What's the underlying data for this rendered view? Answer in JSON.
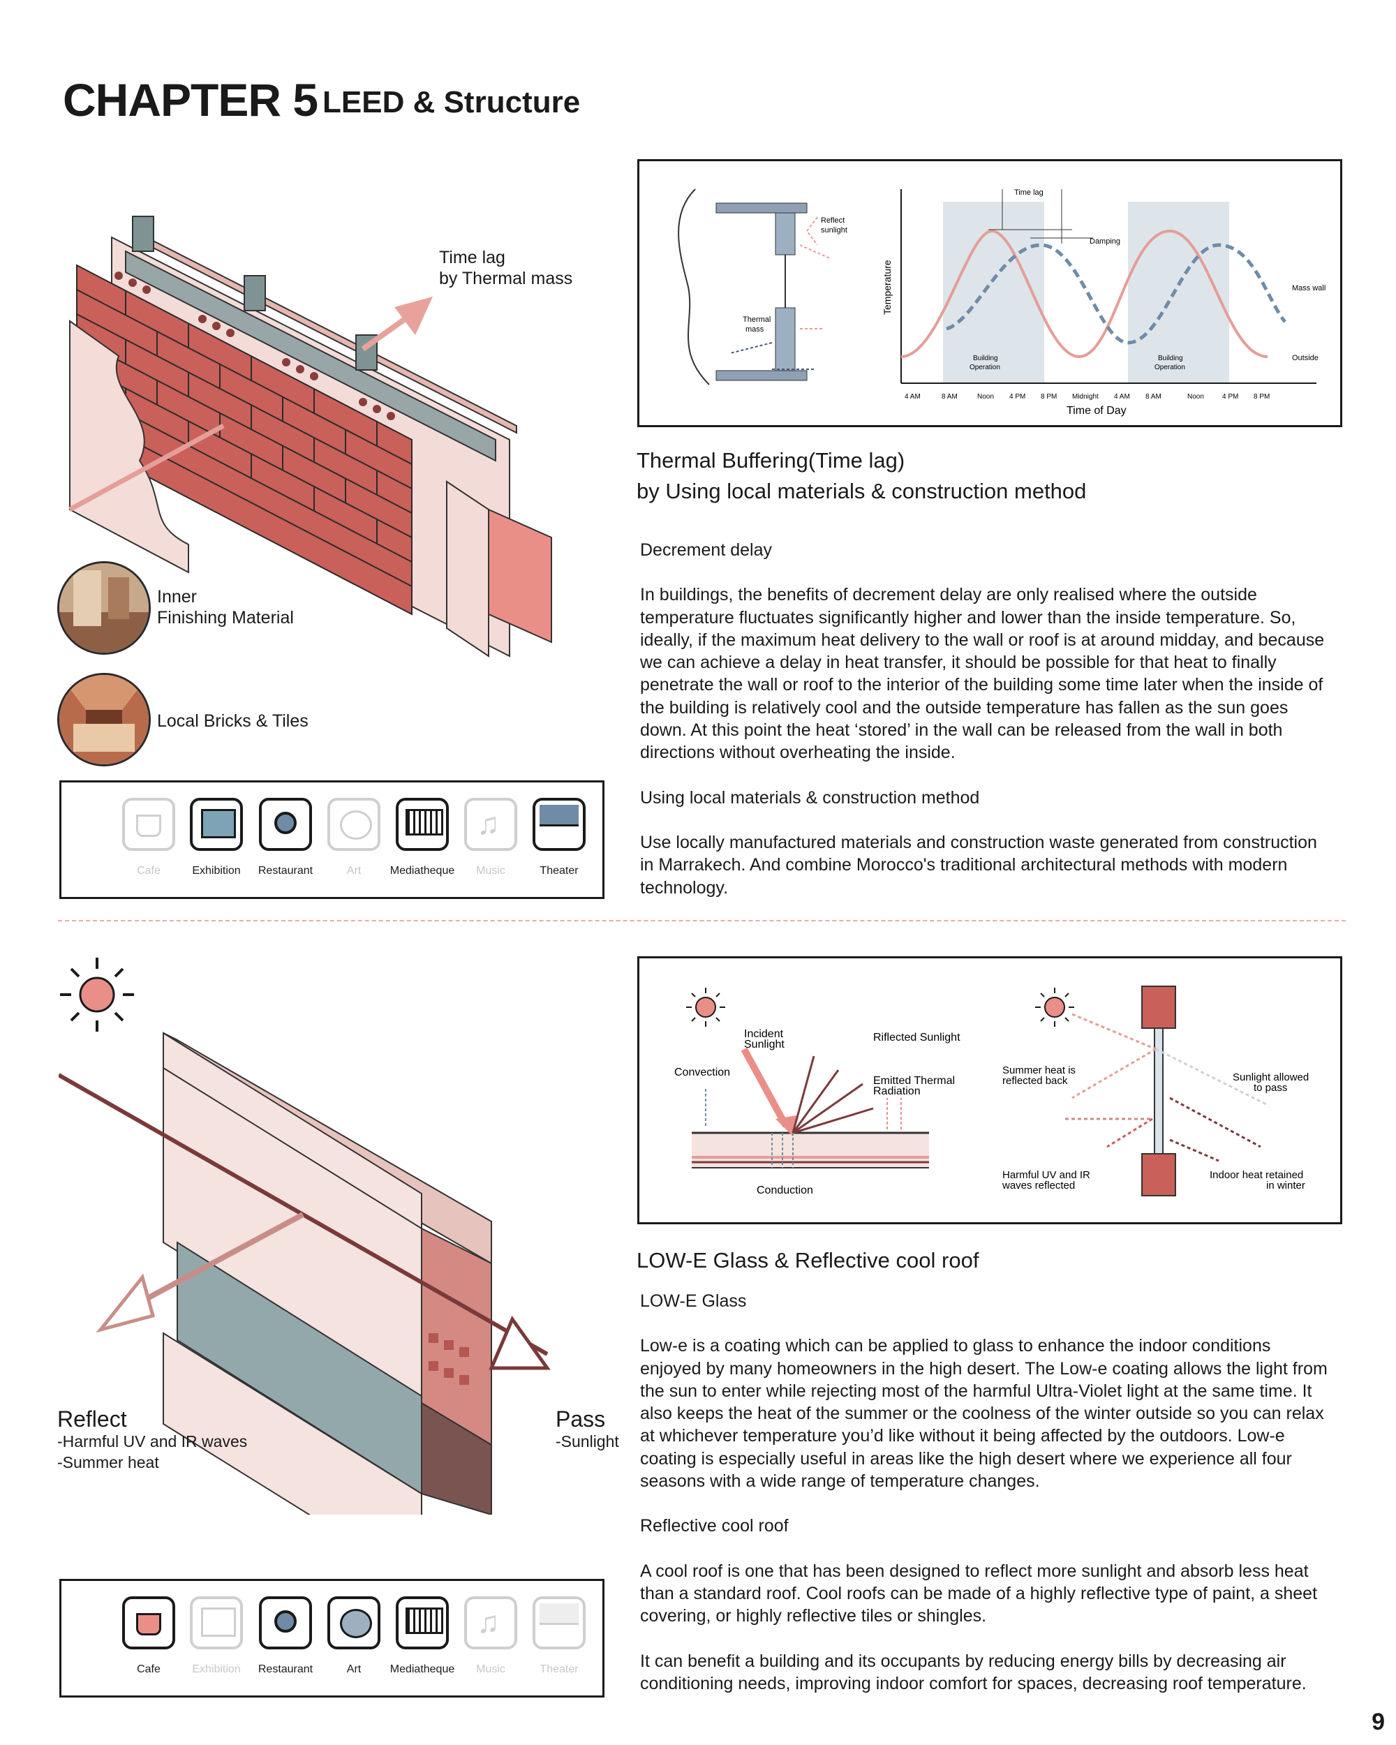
{
  "header": {
    "chapter": "CHAPTER 5",
    "subtitle": "LEED & Structure",
    "page_number": "9"
  },
  "section1": {
    "wall_callout_line1": "Time lag",
    "wall_callout_line2": "by Thermal mass",
    "material1_line1": "Inner",
    "material1_line2": "Finishing Material",
    "material2": "Local Bricks & Tiles",
    "diagram": {
      "time_lag": "Time lag",
      "damping": "Damping",
      "reflect_line1": "Reflect",
      "reflect_line2": "sunlight",
      "thermal_line1": "Thermal",
      "thermal_line2": "mass",
      "y_axis": "Temperature",
      "x_axis": "Time of Day",
      "mass_wall": "Mass wall",
      "outside": "Outside",
      "band_label_line1": "Building",
      "band_label_line2": "Operation",
      "ticks": [
        "4 AM",
        "8 AM",
        "Noon",
        "4 PM",
        "8 PM",
        "Midnight",
        "4 AM",
        "8 AM",
        "Noon",
        "4 PM",
        "8 PM"
      ]
    },
    "heading_line1": "Thermal Buffering(Time lag)",
    "heading_line2": "by Using local materials & construction method",
    "paragraphs": [
      "Decrement delay",
      " In buildings, the benefits of decrement delay are only realised where the outside temperature fluctuates significantly higher and lower than the inside temperature. So, ideally, if the maximum heat delivery to the wall or roof is at around midday, and because we can achieve a delay in heat transfer, it should be possible for that heat to finally penetrate the wall or roof to the interior of the building some time later when the inside of the building is relatively cool and the outside temperature has fallen as the sun goes down. At this point the heat ‘stored’ in the wall can be released from the wall in both directions without overheating the inside.",
      "Using local materials & construction method",
      "Use locally manufactured materials and construction waste generated from construction in Marrakech. And combine Morocco's traditional architectural methods with modern technology."
    ],
    "facilities": [
      {
        "label": "Cafe",
        "icon": "coffee-cup-icon",
        "active": false
      },
      {
        "label": "Exhibition",
        "icon": "picture-frame-icon",
        "active": true
      },
      {
        "label": "Restaurant",
        "icon": "plate-cutlery-icon",
        "active": true
      },
      {
        "label": "Art",
        "icon": "palette-icon",
        "active": false
      },
      {
        "label": "Mediatheque",
        "icon": "monitor-books-icon",
        "active": true
      },
      {
        "label": "Music",
        "icon": "music-note-icon",
        "active": false
      },
      {
        "label": "Theater",
        "icon": "theater-stage-icon",
        "active": true
      }
    ]
  },
  "section2": {
    "reflect_title": "Reflect",
    "reflect_line1": "-Harmful UV and IR waves",
    "reflect_line2": "-Summer heat",
    "pass_title": "Pass",
    "pass_line1": "-Sunlight",
    "diagram": {
      "incident_line1": "Incident",
      "incident_line2": "Sunlight",
      "convection": "Convection",
      "reflected": "Riflected Sunlight",
      "emitted_line1": "Emitted Thermal",
      "emitted_line2": "Radiation",
      "conduction": "Conduction",
      "summer_line1": "Summer heat is",
      "summer_line2": "reflected back",
      "allowed_line1": "Sunlight allowed",
      "allowed_line2": "to pass",
      "uv_line1": "Harmful UV and IR",
      "uv_line2": "waves reflected",
      "indoor_line1": "Indoor heat retained",
      "indoor_line2": "in winter"
    },
    "heading": "LOW-E Glass & Reflective cool roof",
    "paragraphs": [
      "LOW-E Glass",
      "Low-e is a coating which can be applied to glass to enhance the indoor conditions enjoyed by many homeowners in the high desert. The Low-e coating allows the light from the sun to enter while rejecting most of the harmful Ultra-Violet light at the same time. It also keeps the heat of the summer or the coolness of the winter outside so you can relax at whichever temperature you’d like without it being affected by the outdoors. Low-e coating is especially useful in areas like the high desert where we experience all four seasons with a wide range of temperature changes.",
      "Reflective cool roof",
      "A cool roof is one that has been designed to reflect more sunlight and absorb less heat than a standard roof. Cool roofs can be made of a highly reflective type of paint, a sheet covering, or highly reflective tiles or shingles.",
      "It can benefit a building and its occupants by reducing energy bills by decreasing air conditioning needs, improving indoor comfort for spaces, decreasing roof temperature."
    ],
    "facilities": [
      {
        "label": "Cafe",
        "icon": "coffee-cup-icon",
        "active": true
      },
      {
        "label": "Exhibition",
        "icon": "picture-frame-icon",
        "active": false
      },
      {
        "label": "Restaurant",
        "icon": "plate-cutlery-icon",
        "active": true
      },
      {
        "label": "Art",
        "icon": "palette-icon",
        "active": true
      },
      {
        "label": "Mediatheque",
        "icon": "monitor-books-icon",
        "active": true
      },
      {
        "label": "Music",
        "icon": "music-note-icon",
        "active": false
      },
      {
        "label": "Theater",
        "icon": "theater-stage-icon",
        "active": false
      }
    ]
  },
  "colors": {
    "brick": "#c9605a",
    "salmon": "#e89a90",
    "pale": "#f5dcd8",
    "glass": "#93a8aa",
    "slate": "#6f8ba6",
    "dark_red": "#7a3a3a"
  }
}
